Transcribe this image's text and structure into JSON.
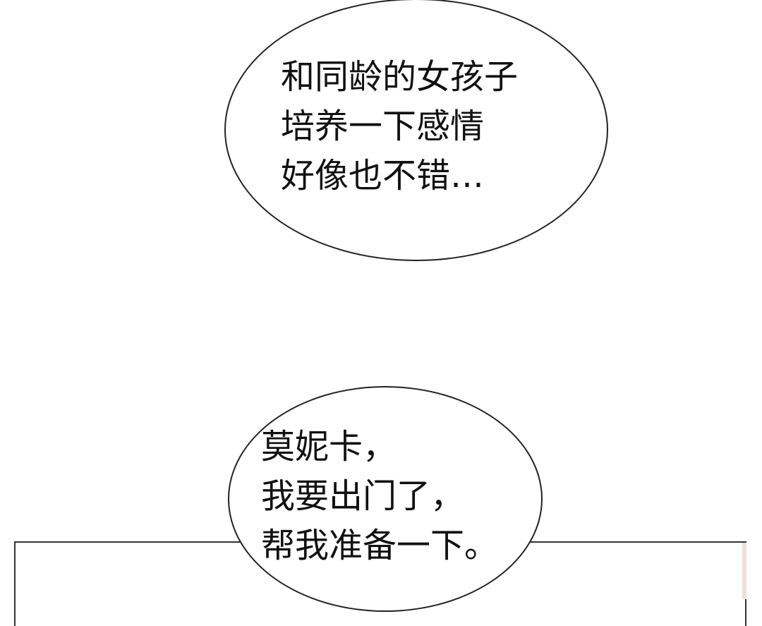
{
  "bubbles": [
    {
      "lines": [
        "和同龄的女孩子",
        "培养一下感情",
        "好像也不错…"
      ]
    },
    {
      "lines": [
        "莫妮卡，",
        "我要出门了，",
        "帮我准备一下。"
      ]
    }
  ],
  "colors": {
    "border": "#222222",
    "panel_edge": "#f3ddd3"
  }
}
